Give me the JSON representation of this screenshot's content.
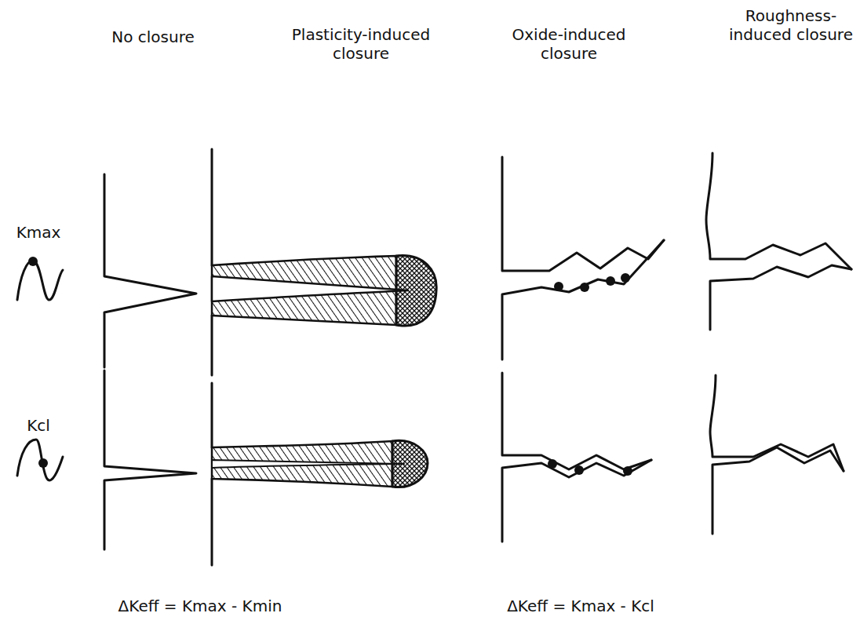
{
  "diagram": {
    "labels": [
      "No closure",
      "Plasticity-induced closure",
      "Oxide-induced closure",
      "Roughness-induced closure",
      "Kmax",
      "Kcl",
      "ΔKeff = Kmax - Kmin",
      "ΔKeff = Kmax - Kcl"
    ]
  }
}
